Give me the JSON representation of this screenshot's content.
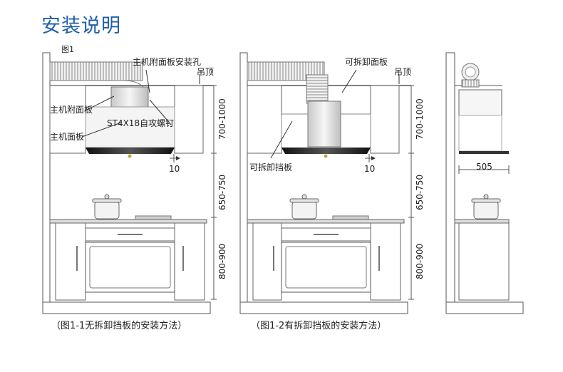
{
  "title": "安装说明",
  "figure_label": "图1",
  "left": {
    "label_hole": "主机附面板安装孔",
    "label_ceiling": "吊顶",
    "label_attach_panel": "主机附面板",
    "label_screw": "ST4X18自攻螺钉",
    "label_main_panel": "主机面板",
    "dim_700_1000": "700-1000",
    "dim_650_750": "650-750",
    "dim_800_900": "800-900",
    "dim_10": "10",
    "caption": "（图1-1无拆卸挡板的安装方法）"
  },
  "middle": {
    "label_removable_panel": "可拆卸面板",
    "label_ceiling": "吊顶",
    "label_removable_baffle": "可拆卸挡板",
    "dim_700_1000": "700-1000",
    "dim_650_750": "650-750",
    "dim_800_900": "800-900",
    "dim_10": "10",
    "caption": "（图1-2有拆卸挡板的安装方法）"
  },
  "right": {
    "dim_505": "505"
  }
}
